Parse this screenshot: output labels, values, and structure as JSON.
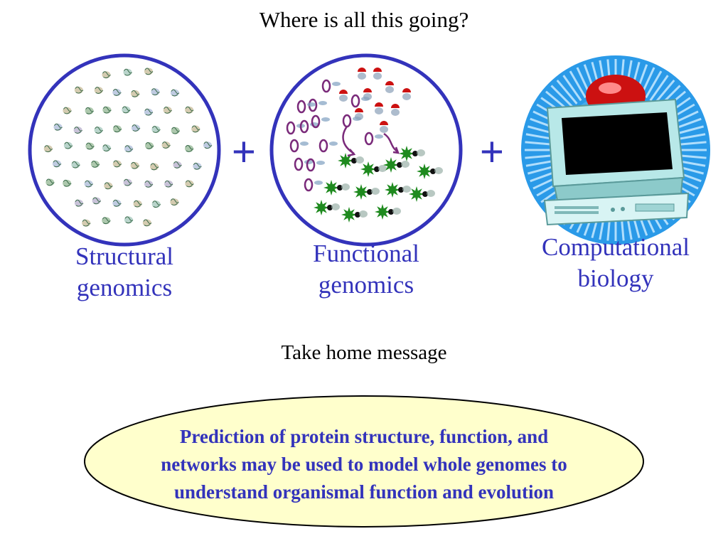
{
  "title": "Where is all this going?",
  "panels": [
    {
      "id": "structural",
      "line1": "Structural",
      "line2": "genomics"
    },
    {
      "id": "functional",
      "line1": "Functional",
      "line2": "genomics"
    },
    {
      "id": "computational",
      "line1": "Computational",
      "line2": "biology"
    }
  ],
  "plus_symbol": "+",
  "take_home": "Take home message",
  "message": {
    "line1": "Prediction of protein structure, function, and",
    "line2": "networks may be used to model whole genomes to",
    "line3": "understand organismal function and evolution"
  },
  "colors": {
    "text_blue": "#3333bb",
    "circle_outline": "#3333bb",
    "ellipse_fill": "#ffffcc",
    "ellipse_stroke": "#000000",
    "ring_purple": "#7a2a7a",
    "star_green": "#1e8a1e",
    "cap_red": "#cc1111",
    "sky_blue": "#1e90e0",
    "monitor_body": "#b8e8e8",
    "screen": "#000000"
  },
  "icons": [
    "protein-cluster-icon",
    "computer-monitor-icon"
  ]
}
